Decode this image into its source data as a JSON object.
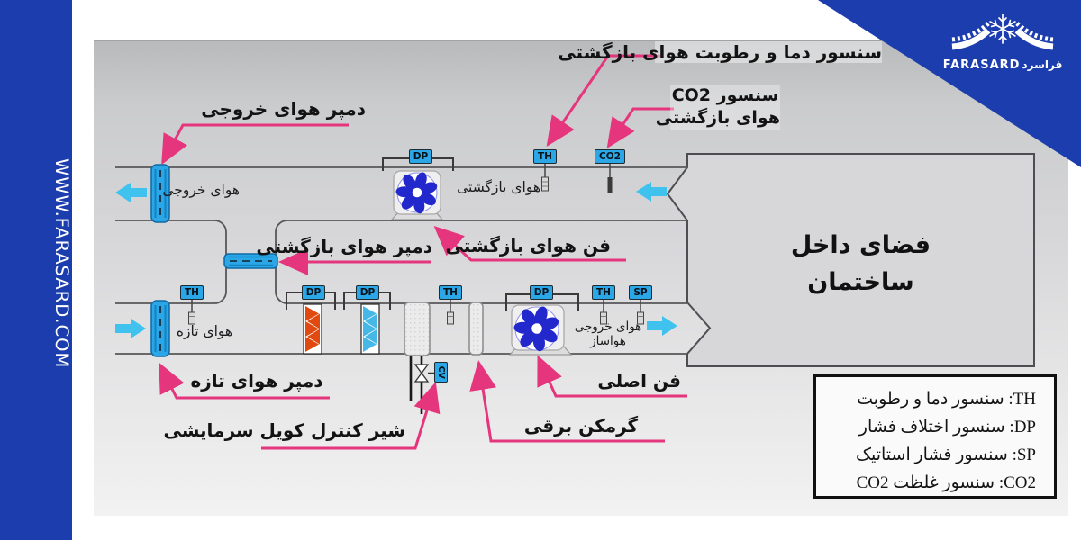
{
  "sidebar": {
    "url": "WWW.FARASARD.COM"
  },
  "logo": {
    "brand_latin": "FARASARD",
    "brand_persian": "فراسرد"
  },
  "colors": {
    "brand_blue": "#1c3dae",
    "pink": "#e5357d",
    "cyan": "#3fc2ee",
    "sensor_blue": "#2ba6e6"
  },
  "diagram": {
    "callouts": {
      "exhaust_damper": "دمپر هوای خروجی",
      "return_th_sensor": "سنسور دما و رطوبت هوای بازگشتی",
      "return_co2_line1": "سنسور CO2",
      "return_co2_line2": "هوای بازگشتی",
      "return_damper": "دمپر هوای بازگشتی",
      "return_fan": "فن هوای بازگشتی",
      "fresh_damper": "دمپر هوای تازه",
      "cooling_valve": "شیر کنترل کویل سرمایشی",
      "electric_heater": "گرمکن برقی",
      "main_fan": "فن اصلی"
    },
    "flow_labels": {
      "exhaust_air": "هوای خروجی",
      "return_air": "هوای بازگشتی",
      "fresh_air": "هوای تازه",
      "supply_line1": "هوای خروجی",
      "supply_line2": "هواساز"
    },
    "building": {
      "line1": "فضای داخل",
      "line2": "ساختمان"
    },
    "sensors": {
      "th": "TH",
      "dp": "DP",
      "sp": "SP",
      "co2": "CO2",
      "cv": "CV"
    },
    "legend": {
      "items": [
        "TH: سنسور دما و رطوبت",
        "DP: سنسور اختلاف فشار",
        "SP: سنسور فشار استاتیک",
        "CO2: سنسور غلظت CO2"
      ]
    }
  }
}
